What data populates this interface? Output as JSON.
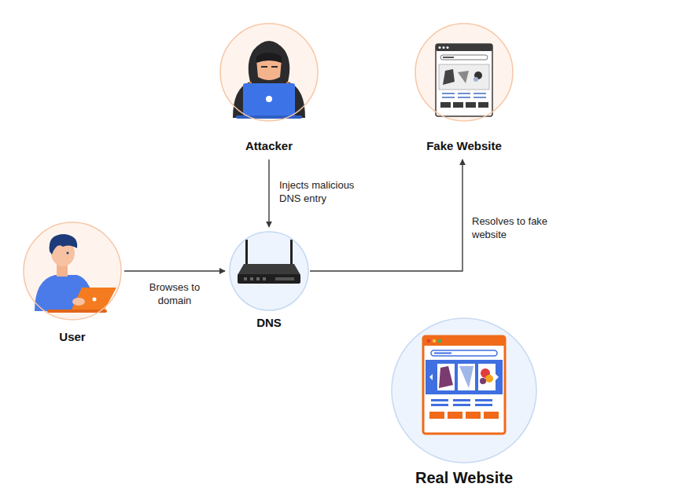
{
  "diagram": {
    "nodes": [
      {
        "text": [
          "Attacker"
        ]
      },
      {
        "text": [
          "Fake Website"
        ]
      },
      {
        "text": [
          "User"
        ]
      },
      {
        "text": [
          "DNS"
        ]
      },
      {
        "text": [
          "Real Website"
        ]
      }
    ],
    "edges": [
      {
        "from": 0,
        "to": 3,
        "label": "Injects malicious DNS entry",
        "arrow": "to"
      },
      {
        "from": 2,
        "to": 3,
        "label": "Browses to domain",
        "arrow": "to"
      },
      {
        "from": 3,
        "to": 1,
        "label": "Resolves to fake website",
        "arrow": "to"
      }
    ]
  }
}
